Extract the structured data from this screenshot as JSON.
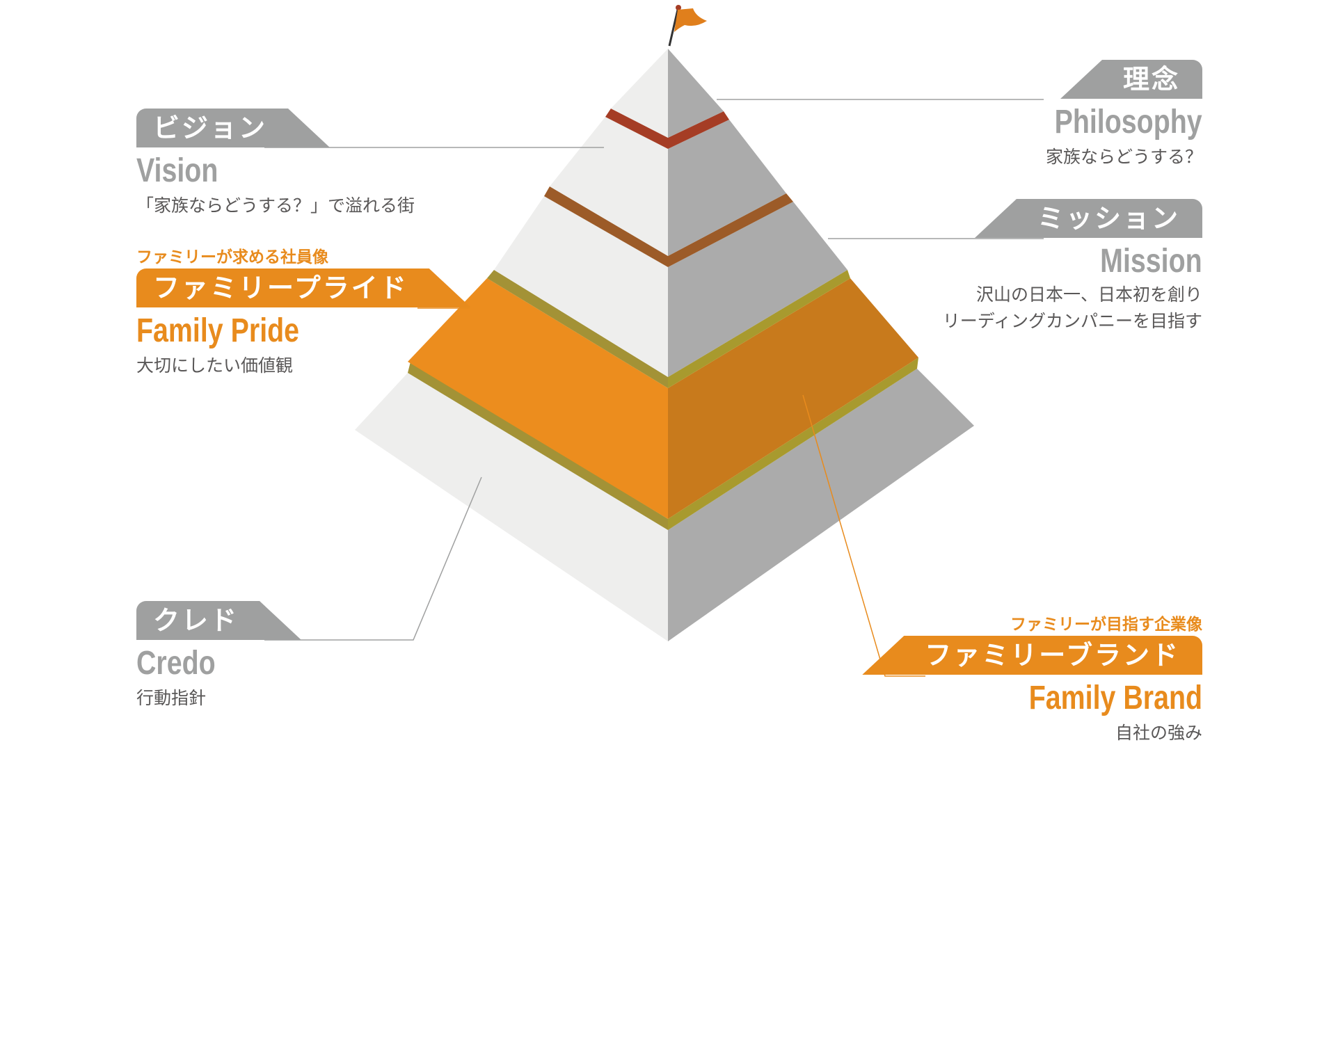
{
  "colors": {
    "grey_label": "#9fa0a0",
    "orange_label": "#e88b1d",
    "text": "#595757",
    "pyramid_light": "#eeeeed",
    "pyramid_dark": "#ababab",
    "orange_light": "#ec8d1e",
    "orange_dark": "#c87a1c",
    "band_red": "#a53d25",
    "band_brown": "#9c5b28",
    "band_olive": "#a39236",
    "band_mustard": "#a89a2e",
    "flag": "#e07f1c"
  },
  "icons": {
    "flag": "flag-icon"
  },
  "philosophy": {
    "tag": "理念",
    "title": "Philosophy",
    "desc": "家族ならどうする？"
  },
  "vision": {
    "tag": "ビジョン",
    "title": "Vision",
    "desc": "「家族ならどうする？」で溢れる街"
  },
  "mission": {
    "tag": "ミッション",
    "title": "Mission",
    "desc_line1": "沢山の日本一、日本初を創り",
    "desc_line2": "リーディングカンパニーを目指す"
  },
  "family_pride": {
    "pre": "ファミリーが求める社員像",
    "tag": "ファミリープライド",
    "title": "Family Pride",
    "desc": "大切にしたい価値観"
  },
  "credo": {
    "tag": "クレド",
    "title": "Credo",
    "desc": "行動指針"
  },
  "family_brand": {
    "pre": "ファミリーが目指す企業像",
    "tag": "ファミリーブランド",
    "title": "Family Brand",
    "desc": "自社の強み"
  }
}
